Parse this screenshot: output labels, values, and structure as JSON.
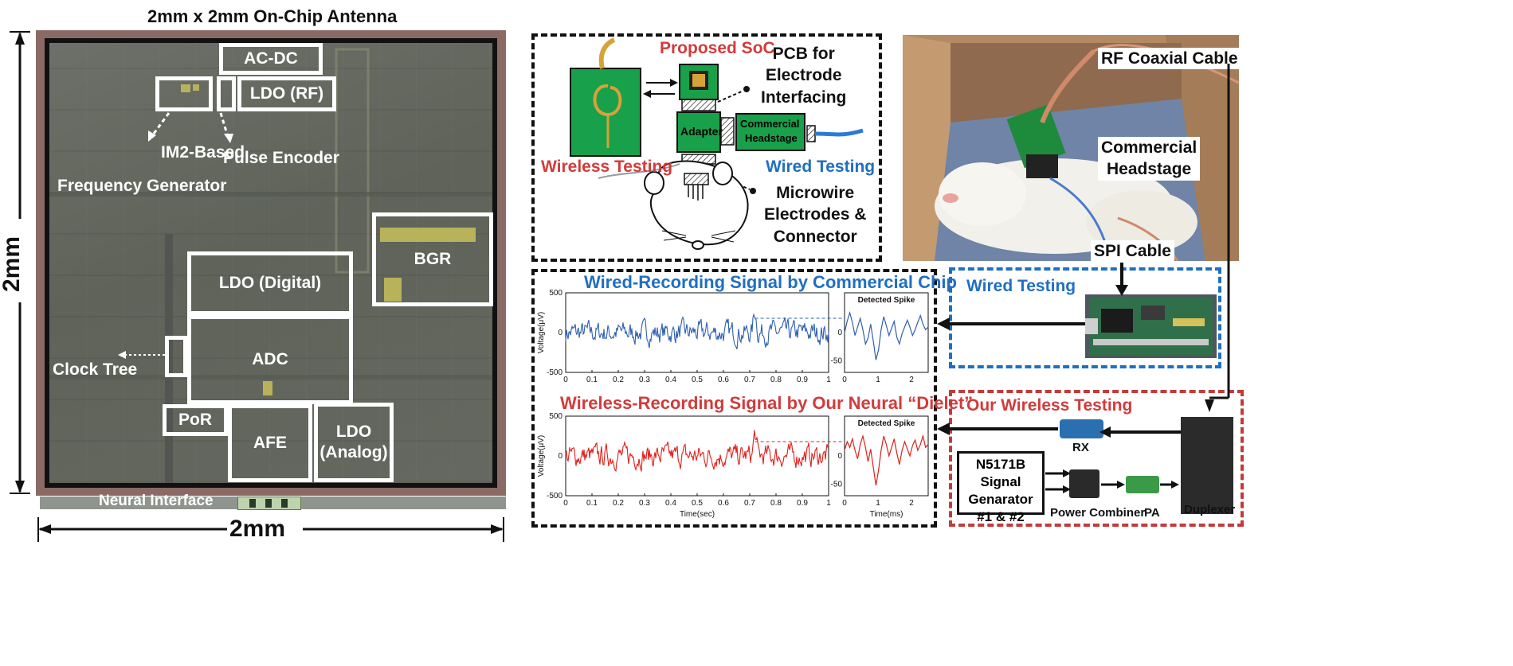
{
  "chip": {
    "title": "2mm x 2mm On-Chip Antenna",
    "blocks": {
      "acdc": "AC-DC",
      "ldo_rf": "LDO (RF)",
      "bgr": "BGR",
      "ldo_digital": "LDO (Digital)",
      "adc": "ADC",
      "por": "PoR",
      "afe": "AFE",
      "ldo_analog_1": "LDO",
      "ldo_analog_2": "(Analog)"
    },
    "labels": {
      "im2_1": "IM2-Based",
      "im2_2": "Frequency Generator",
      "pulse_encoder": "Pulse Encoder",
      "clock_tree": "Clock Tree",
      "neural_interface": "Neural Interface"
    },
    "dim_horizontal": "2mm",
    "dim_vertical": "2mm"
  },
  "setup": {
    "proposed_soc": "Proposed SoC",
    "pcb_1": "PCB for",
    "pcb_2": "Electrode",
    "pcb_3": "Interfacing",
    "adapter": "Adapter",
    "headstage_1": "Commercial",
    "headstage_2": "Headstage",
    "wireless_testing": "Wireless Testing",
    "wired_testing": "Wired Testing",
    "microwire_1": "Microwire",
    "microwire_2": "Electrodes &",
    "microwire_3": "Connector"
  },
  "photo": {
    "rf_cable": "RF Coaxial Cable",
    "headstage_1": "Commercial",
    "headstage_2": "Headstage",
    "spi_cable": "SPI Cable"
  },
  "wired_box": {
    "title": "Wired Testing"
  },
  "wireless_box": {
    "title": "Our Wireless Testing",
    "rx": "RX",
    "siggen_1": "N5171B Signal",
    "siggen_2": "Genarator",
    "siggen_3": "#1 & #2",
    "combiner": "Power Combiner",
    "pa": "PA",
    "duplexer": "Duplexer"
  },
  "colors": {
    "wired": "#1f6fc2",
    "wireless": "#d23b3b",
    "chip_border": "#8b6a66"
  },
  "chart_data": [
    {
      "type": "line",
      "title": "Wired-Recording Signal by Commercial Chip",
      "xlabel": "Time(sec)",
      "ylabel": "Voltage(μV)",
      "xlim": [
        0,
        1
      ],
      "ylim": [
        -500,
        500
      ],
      "xticks": [
        "0",
        "0.1",
        "0.2",
        "0.3",
        "0.4",
        "0.5",
        "0.6",
        "0.7",
        "0.8",
        "0.9",
        "1"
      ],
      "yticks": [
        "500",
        "0",
        "-500"
      ],
      "color": "#2f5fb3",
      "spike_time": 0.72,
      "spike_peak": 300,
      "inset": {
        "title": "Detected Spike",
        "xlabel": "Time(ms)",
        "xlim": [
          0,
          2.5
        ],
        "ylim": [
          -70,
          70
        ],
        "xticks": [
          "0",
          "1",
          "2"
        ],
        "yticks": [
          "0",
          "-50"
        ],
        "values": [
          0,
          20,
          35,
          18,
          -5,
          10,
          25,
          5,
          -20,
          -10,
          15,
          -15,
          -48,
          -30,
          5,
          28,
          12,
          -5,
          8,
          20,
          -8,
          -20,
          -2,
          10,
          22,
          10,
          -5,
          5,
          18,
          30,
          15,
          5,
          10
        ]
      }
    },
    {
      "type": "line",
      "title": "Wireless-Recording Signal by Our Neural “Dielet”",
      "xlabel": "Time(sec)",
      "ylabel": "Voltage(μV)",
      "xlim": [
        0,
        1
      ],
      "ylim": [
        -500,
        500
      ],
      "xticks": [
        "0",
        "0.1",
        "0.2",
        "0.3",
        "0.4",
        "0.5",
        "0.6",
        "0.7",
        "0.8",
        "0.9",
        "1"
      ],
      "yticks": [
        "500",
        "0",
        "-500"
      ],
      "color": "#e0201c",
      "spike_time": 0.72,
      "spike_peak": 300,
      "inset": {
        "title": "Detected Spike",
        "xlabel": "Time(ms)",
        "xlim": [
          0,
          2.5
        ],
        "ylim": [
          -70,
          70
        ],
        "xticks": [
          "0",
          "1",
          "2"
        ],
        "yticks": [
          "0",
          "-50"
        ],
        "values": [
          10,
          25,
          15,
          30,
          10,
          -5,
          20,
          35,
          15,
          -10,
          12,
          -20,
          -52,
          -25,
          10,
          35,
          20,
          0,
          15,
          30,
          5,
          -15,
          10,
          25,
          12,
          0,
          18,
          28,
          10,
          20,
          35,
          15,
          20
        ]
      }
    }
  ]
}
